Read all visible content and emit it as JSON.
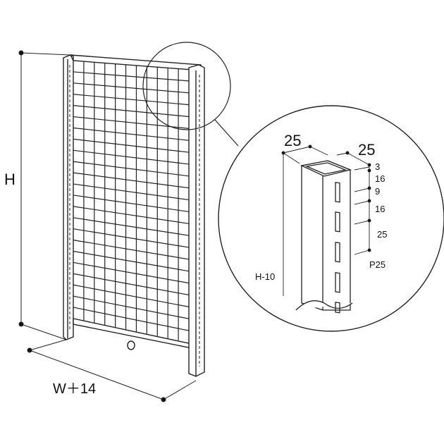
{
  "labels": {
    "height": "H",
    "width": "W＋14",
    "post_height": "H-10",
    "post_depth": "25",
    "post_width": "25",
    "slot_top_offset": "3",
    "slot_length": "16",
    "slot_gap": "9",
    "slot_length_2": "16",
    "slot_pitch_value": "25",
    "slot_pitch": "P25"
  }
}
